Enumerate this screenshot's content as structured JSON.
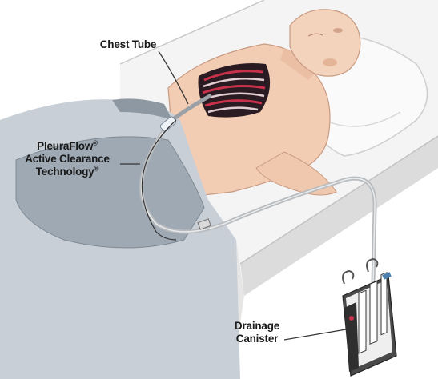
{
  "labels": {
    "chest_tube": "Chest Tube",
    "pleuraflow": {
      "line1": "PleuraFlow",
      "line1_mark": "®",
      "line2": "Active Clearance",
      "line3": "Technology",
      "line3_mark": "®"
    },
    "drainage_canister": {
      "line1": "Drainage",
      "line2": "Canister"
    }
  },
  "colors": {
    "skin": "#f2cdb4",
    "skin_shadow": "#e2ae92",
    "bed": "#f2f2f2",
    "bed_shadow": "#d6d6d6",
    "gown": "#9fa9b3",
    "tube": "#b9bcbf",
    "leader_line": "#333333",
    "rib": "#c9304a",
    "canister": "#3a3a3a"
  }
}
